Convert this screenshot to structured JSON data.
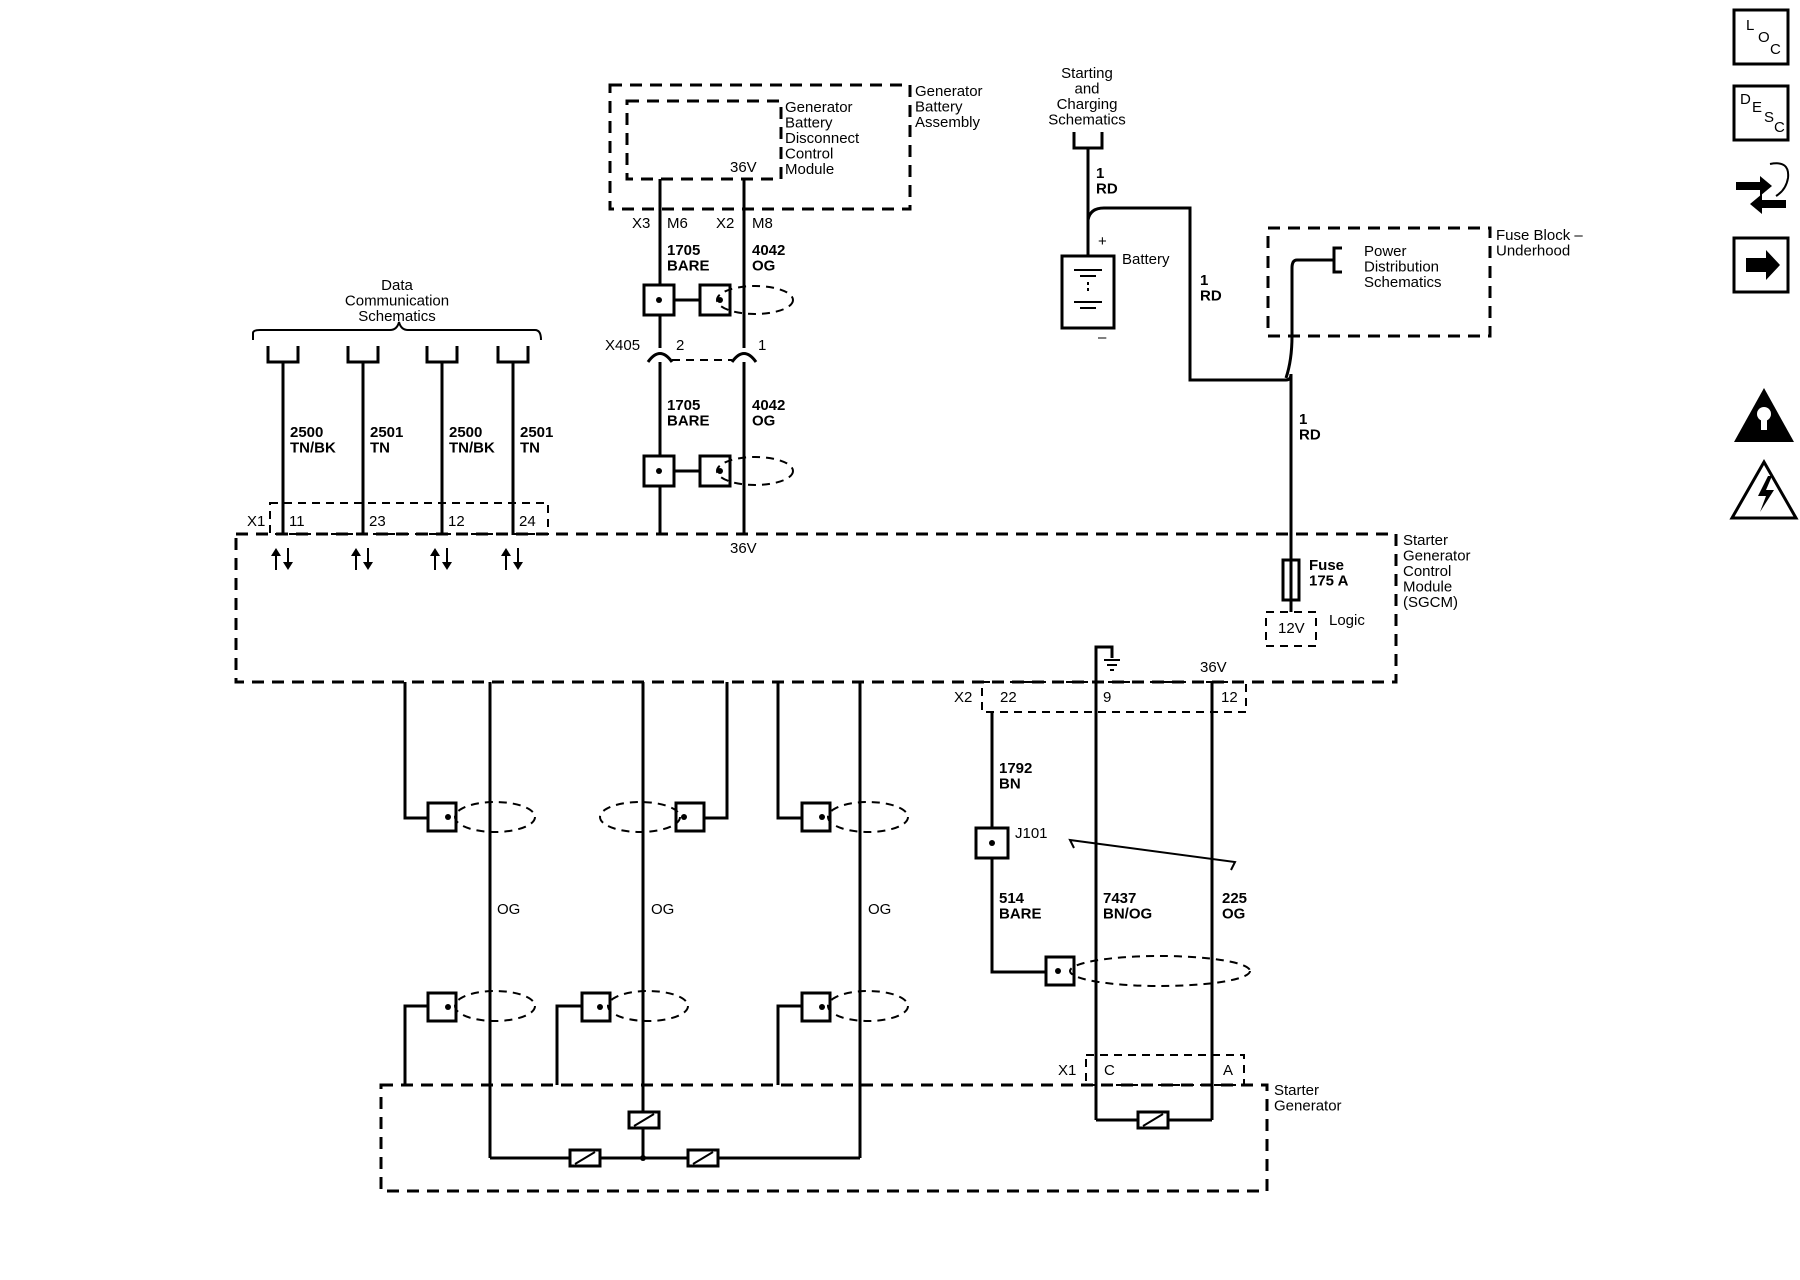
{
  "modules": {
    "gen_battery_assembly": "Generator\nBattery\nAssembly",
    "gen_battery_disconnect": "Generator\nBattery\nDisconnect\nControl\nModule",
    "sgcm": "Starter\nGenerator\nControl\nModule\n(SGCM)",
    "starter_generator": "Starter\nGenerator",
    "fuse_block": "Fuse Block –\nUnderhood"
  },
  "references": {
    "data_comm": "Data\nCommunication\nSchematics",
    "starting_charging": "Starting\nand\nCharging\nSchematics",
    "power_distribution": "Power\nDistribution\nSchematics"
  },
  "components": {
    "battery": "Battery",
    "battery_plus": "+",
    "battery_minus": "–",
    "fuse_label": "Fuse\n175 A",
    "logic_12v": "12V",
    "logic": "Logic",
    "splice_j101": "J101",
    "inline_x405": "X405"
  },
  "voltages": {
    "v36_top": "36V",
    "v36_sgcm_top": "36V",
    "v36_sgcm_bottom": "36V"
  },
  "connectors": {
    "x3": "X3",
    "m6": "M6",
    "x2_top": "X2",
    "m8": "M8",
    "x405_pin2": "2",
    "x405_pin1": "1",
    "x1_sgcm": "X1",
    "x1_pin11": "11",
    "x1_pin23": "23",
    "x1_pin12": "12",
    "x1_pin24": "24",
    "x2_sgcm": "X2",
    "x2_pin22": "22",
    "x2_pin9": "9",
    "x2_pin12": "12",
    "x1_sg": "X1",
    "x1_pin_c": "C",
    "x1_pin_a": "A"
  },
  "wires": {
    "w1705_top": "1705\nBARE",
    "w4042_top": "4042\nOG",
    "w1705_mid": "1705\nBARE",
    "w4042_mid": "4042\nOG",
    "w2500_a": "2500\nTN/BK",
    "w2501_a": "2501\nTN",
    "w2500_b": "2500\nTN/BK",
    "w2501_b": "2501\nTN",
    "w1rd_batt": "1\nRD",
    "w1rd_mid": "1\nRD",
    "w1rd_fuse": "1\nRD",
    "w1792": "1792\nBN",
    "w514": "514\nBARE",
    "w7437": "7437\nBN/OG",
    "w225": "225\nOG",
    "og_left": "OG",
    "og_mid": "OG",
    "og_right": "OG"
  },
  "side_icons": {
    "loc": {
      "l": "L",
      "o": "O",
      "c": "C"
    },
    "desc": {
      "d": "D",
      "e": "E",
      "s": "S",
      "c": "C"
    }
  }
}
